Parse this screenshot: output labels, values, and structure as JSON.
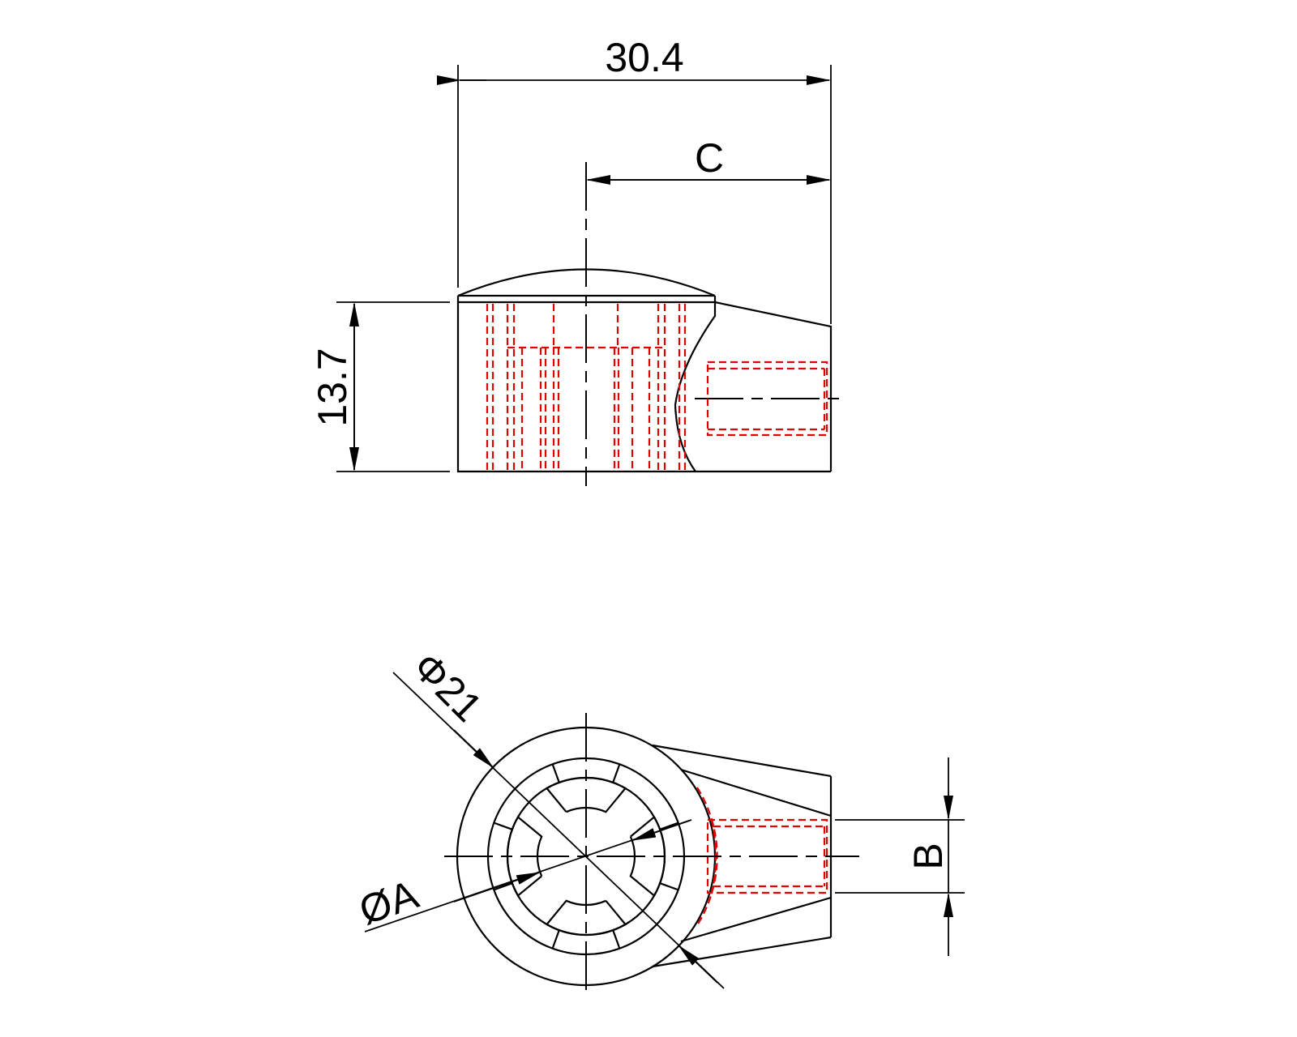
{
  "drawing": {
    "dimensions": {
      "overall_length": "30.4",
      "center_offset": "C",
      "height": "13.7",
      "outer_diameter": "Φ21",
      "bore_diameter": "ØA",
      "thread_size": "B"
    },
    "colors": {
      "outline": "#000000",
      "hidden_lines": "#e00000"
    }
  }
}
